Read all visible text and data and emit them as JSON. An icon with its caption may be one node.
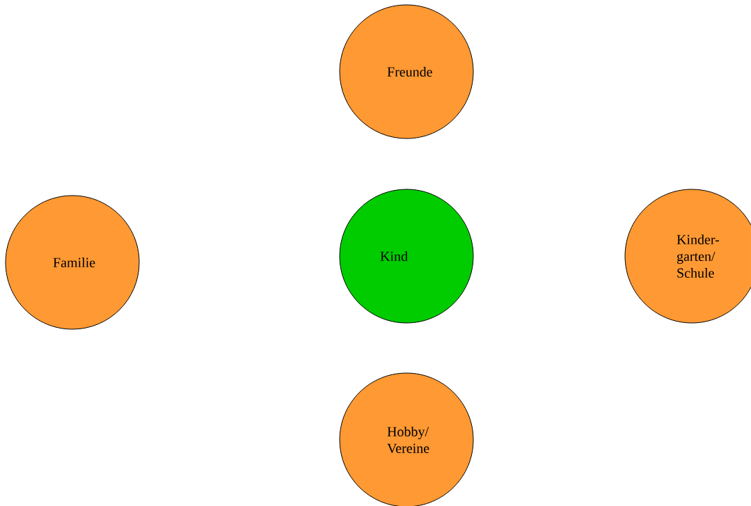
{
  "diagram": {
    "nodes": [
      {
        "text": [
          "Freunde"
        ]
      },
      {
        "text": [
          "Familie"
        ]
      },
      {
        "text": [
          "Kind"
        ]
      },
      {
        "text": [
          "Kinder- garten/ Schule"
        ]
      },
      {
        "text": [
          "Hobby/ Vereine"
        ]
      }
    ]
  }
}
